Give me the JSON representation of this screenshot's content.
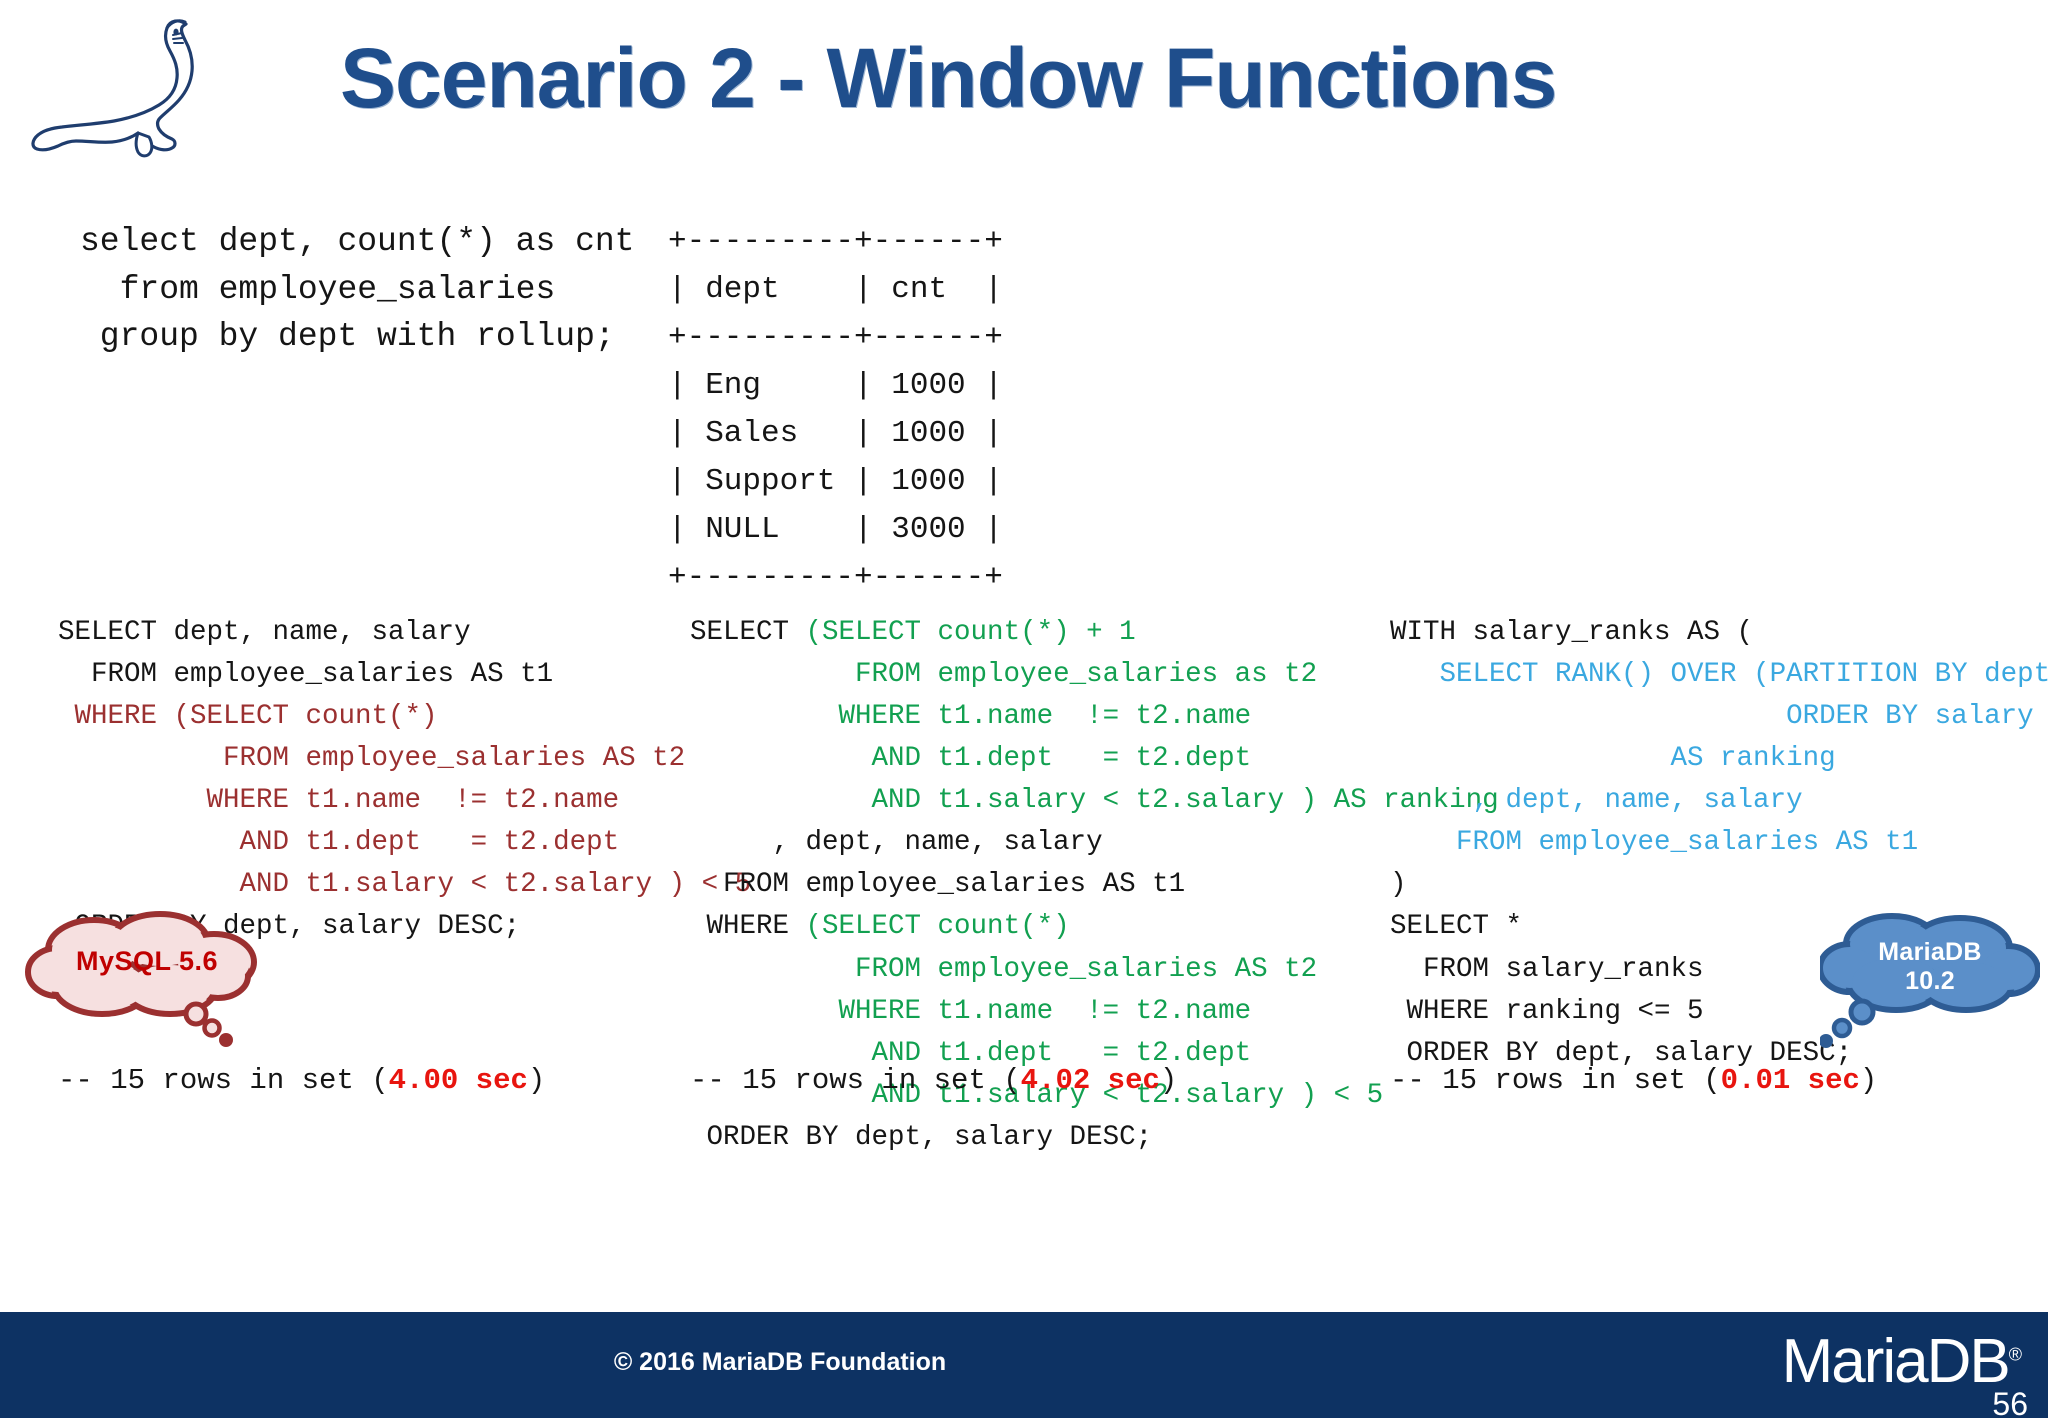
{
  "slide": {
    "title": "Scenario 2 - Window Functions",
    "logo_icon": "sea-lion-logo"
  },
  "top_example": {
    "query_lines": [
      "select dept, count(*) as cnt",
      "  from employee_salaries",
      " group by dept with rollup;"
    ],
    "result_lines": [
      "+---------+------+",
      "| dept    | cnt  |",
      "+---------+------+",
      "| Eng     | 1000 |",
      "| Sales   | 1000 |",
      "| Support | 1000 |",
      "| NULL    | 3000 |",
      "+---------+------+"
    ],
    "result_table": {
      "columns": [
        "dept",
        "cnt"
      ],
      "rows": [
        [
          "Eng",
          "1000"
        ],
        [
          "Sales",
          "1000"
        ],
        [
          "Support",
          "1000"
        ],
        [
          "NULL",
          "3000"
        ]
      ]
    }
  },
  "columns": {
    "left": {
      "name": "mysql-subquery-count",
      "lines": [
        {
          "text": "SELECT dept, name, salary",
          "color": "plain"
        },
        {
          "text": "  FROM employee_salaries AS t1",
          "color": "plain"
        },
        {
          "text": " WHERE (SELECT count(*)",
          "color": "red"
        },
        {
          "text": "          FROM employee_salaries AS t2",
          "color": "red"
        },
        {
          "text": "         WHERE t1.name  != t2.name",
          "color": "red"
        },
        {
          "text": "           AND t1.dept   = t2.dept",
          "color": "red"
        },
        {
          "text": "           AND t1.salary < t2.salary ) < 5",
          "color": "red"
        },
        {
          "text": " ORDER BY dept, salary DESC;",
          "color": "plain"
        }
      ],
      "timing_prefix": "-- 15 rows in set (",
      "timing_value": "4.00 sec",
      "timing_suffix": ")"
    },
    "middle": {
      "name": "mysql-correlated-ranking",
      "lines": [
        {
          "text": "SELECT ",
          "color": "plain",
          "cont": "(SELECT count(*) + 1",
          "cont_color": "green"
        },
        {
          "text": "          ",
          "color": "plain",
          "cont": "FROM employee_salaries as t2",
          "cont_color": "green"
        },
        {
          "text": "         ",
          "color": "plain",
          "cont": "WHERE t1.name  != t2.name",
          "cont_color": "green"
        },
        {
          "text": "           ",
          "color": "plain",
          "cont": "AND t1.dept   = t2.dept",
          "cont_color": "green"
        },
        {
          "text": "           ",
          "color": "plain",
          "cont": "AND t1.salary < t2.salary ) AS ranking",
          "cont_color": "green"
        },
        {
          "text": "     , dept, name, salary",
          "color": "plain"
        },
        {
          "text": "  FROM employee_salaries AS t1",
          "color": "plain"
        },
        {
          "text": " WHERE ",
          "color": "plain",
          "cont": "(SELECT count(*)",
          "cont_color": "green"
        },
        {
          "text": "          ",
          "color": "plain",
          "cont": "FROM employee_salaries AS t2",
          "cont_color": "green"
        },
        {
          "text": "         ",
          "color": "plain",
          "cont": "WHERE t1.name  != t2.name",
          "cont_color": "green"
        },
        {
          "text": "           ",
          "color": "plain",
          "cont": "AND t1.dept   = t2.dept",
          "cont_color": "green"
        },
        {
          "text": "           ",
          "color": "plain",
          "cont": "AND t1.salary < t2.salary ) < 5",
          "cont_color": "green"
        },
        {
          "text": " ORDER BY dept, salary DESC;",
          "color": "plain"
        }
      ],
      "timing_prefix": "-- 15 rows in set (",
      "timing_value": "4.02 sec",
      "timing_suffix": ")"
    },
    "right": {
      "name": "mariadb-window-function",
      "lines": [
        {
          "text": "WITH salary_ranks AS (",
          "color": "plain"
        },
        {
          "text": "   ",
          "color": "plain",
          "cont": "SELECT RANK() OVER (PARTITION BY dept",
          "cont_color": "blue"
        },
        {
          "text": "                        ",
          "color": "plain",
          "cont": "ORDER BY salary DESC)",
          "cont_color": "blue"
        },
        {
          "text": "                 ",
          "color": "plain",
          "cont": "AS ranking",
          "cont_color": "blue"
        },
        {
          "text": "     ",
          "color": "plain",
          "cont": ", dept, name, salary",
          "cont_color": "blue"
        },
        {
          "text": "    ",
          "color": "plain",
          "cont": "FROM employee_salaries AS t1",
          "cont_color": "blue"
        },
        {
          "text": ")",
          "color": "plain"
        },
        {
          "text": "SELECT *",
          "color": "plain"
        },
        {
          "text": "  FROM salary_ranks",
          "color": "plain"
        },
        {
          "text": " WHERE ranking <= 5",
          "color": "plain"
        },
        {
          "text": " ORDER BY dept, salary DESC;",
          "color": "plain"
        }
      ],
      "timing_prefix": "-- 15 rows in set (",
      "timing_value": "0.01 sec",
      "timing_suffix": ")"
    }
  },
  "bubbles": {
    "mysql": {
      "label": "MySQL 5.6",
      "fill": "#f6e0e0",
      "stroke": "#9b3030",
      "text_color": "#c00000"
    },
    "mariadb": {
      "label_line1": "MariaDB",
      "label_line2": "10.2",
      "fill": "#5b8fc9",
      "stroke": "#2e5c94",
      "text_color": "#ffffff"
    }
  },
  "footer": {
    "copyright": "© 2016 MariaDB Foundation",
    "logo_text": "MariaDB",
    "logo_mark": "®",
    "page_number": "56",
    "background": "#0d3263"
  }
}
